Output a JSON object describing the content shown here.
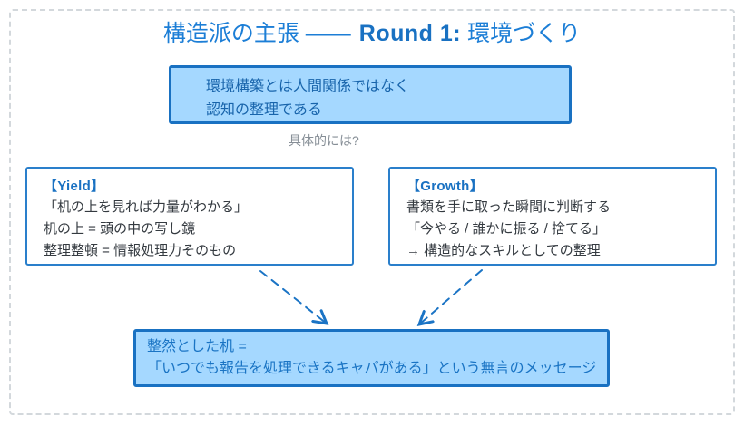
{
  "title": {
    "prefix": "構造派の主張 ——",
    "round": "Round 1:",
    "suffix": "環境づくり"
  },
  "claim_box": {
    "lines": [
      "環境構築とは人間関係ではなく",
      "認知の整理である"
    ]
  },
  "connector_label": "具体的には?",
  "yield_box": {
    "header": "【Yield】",
    "lines": [
      "「机の上を見れば力量がわかる」",
      "机の上 = 頭の中の写し鏡",
      "整理整頓 = 情報処理力そのもの"
    ]
  },
  "growth_box": {
    "header": "【Growth】",
    "lines": [
      "書類を手に取った瞬間に判断する",
      "「今やる / 誰かに振る / 捨てる」",
      "→ 構造的なスキルとしての整理"
    ]
  },
  "conclusion_box": {
    "lines": [
      "整然とした机 =",
      "「いつでも報告を処理できるキャパがある」という無言のメッセージ"
    ]
  },
  "colors": {
    "accent_blue": "#1971c2",
    "title_blue": "#1c7ed6",
    "box_fill_light_blue": "#a5d8ff",
    "claim_text_blue": "#1864ab",
    "conclusion_text_blue": "#1a74c4",
    "body_text_gray": "#343a40",
    "muted_label_gray": "#868e96",
    "page_border_gray": "#d3d8dc"
  }
}
